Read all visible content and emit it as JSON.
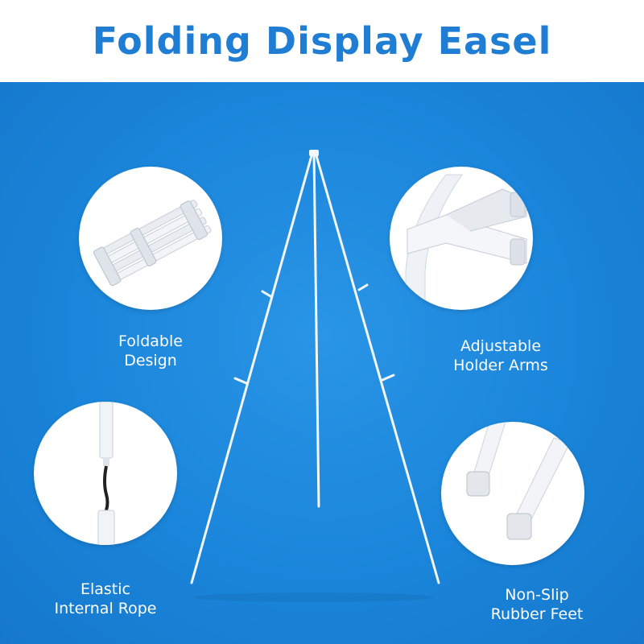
{
  "header": {
    "title": "Folding Display Easel",
    "title_color": "#1f7dd4"
  },
  "background_color": "#1a85da",
  "features": [
    {
      "icon": "folded-easel-icon",
      "line1": "Foldable",
      "line2": "Design"
    },
    {
      "icon": "holder-arm-icon",
      "line1": "Adjustable",
      "line2": "Holder Arms"
    },
    {
      "icon": "elastic-rope-icon",
      "line1": "Elastic",
      "line2": "Internal Rope"
    },
    {
      "icon": "rubber-feet-icon",
      "line1": "Non-Slip",
      "line2": "Rubber Feet"
    }
  ]
}
